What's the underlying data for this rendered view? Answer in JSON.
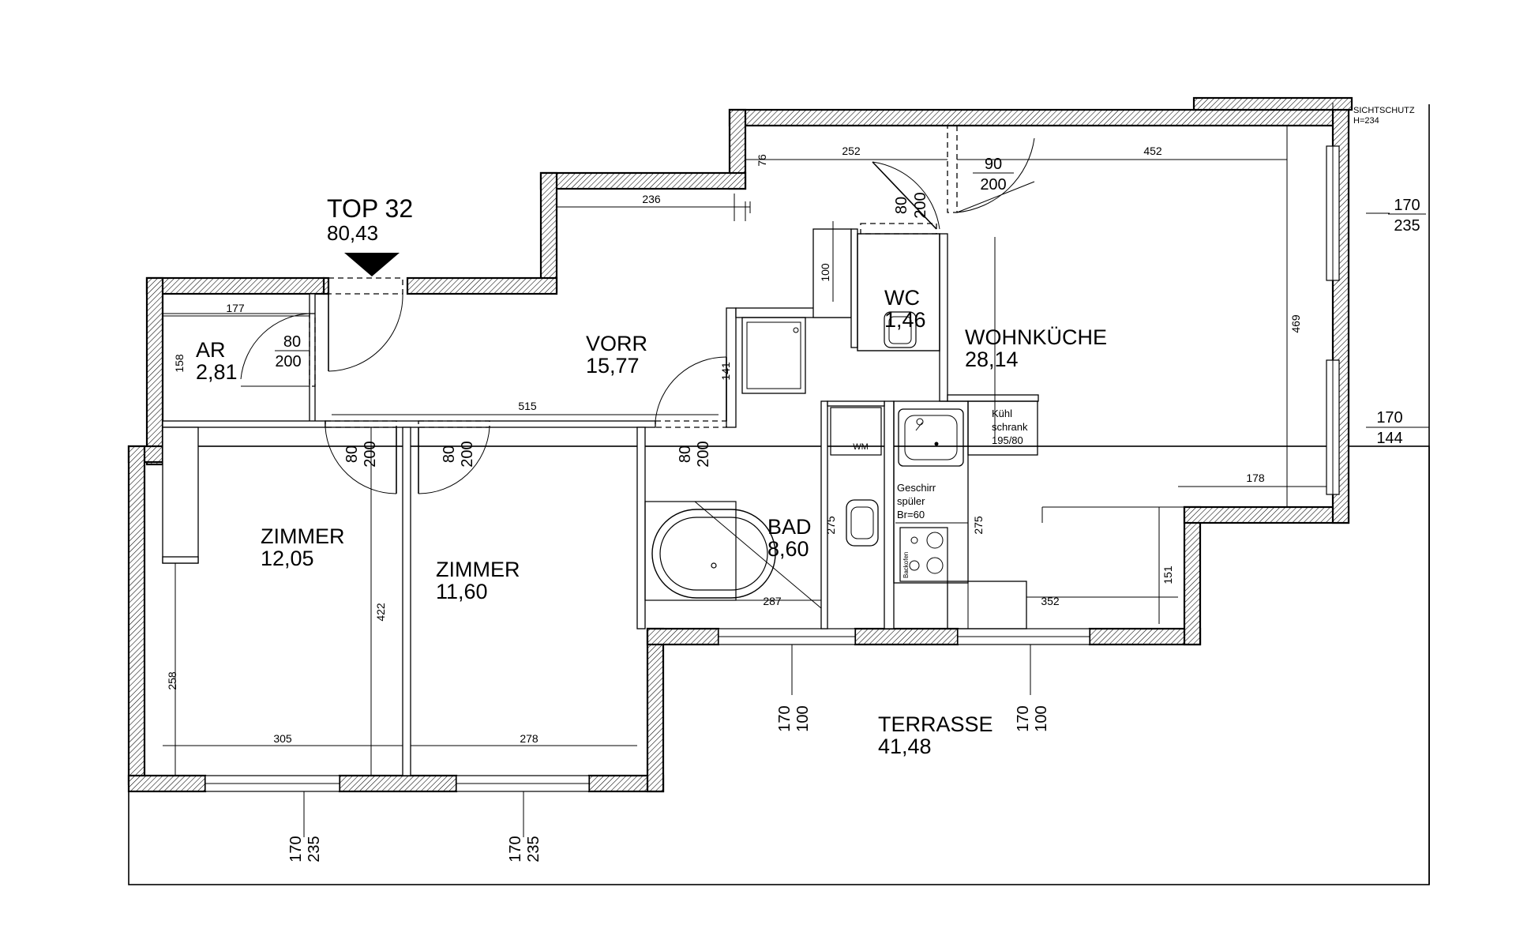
{
  "unit": {
    "name": "TOP 32",
    "area": "80,43"
  },
  "rooms": [
    {
      "id": "ar",
      "name": "AR",
      "area": "2,81"
    },
    {
      "id": "vorr",
      "name": "VORR",
      "area": "15,77"
    },
    {
      "id": "wc",
      "name": "WC",
      "area": "1,46"
    },
    {
      "id": "wohnkueche",
      "name": "WOHNKÜCHE",
      "area": "28,14"
    },
    {
      "id": "zimmer1",
      "name": "ZIMMER",
      "area": "12,05"
    },
    {
      "id": "zimmer2",
      "name": "ZIMMER",
      "area": "11,60"
    },
    {
      "id": "bad",
      "name": "BAD",
      "area": "8,60"
    },
    {
      "id": "terrasse",
      "name": "TERRASSE",
      "area": "41,48"
    }
  ],
  "dimensions": {
    "d236": "236",
    "d76": "76",
    "d252": "252",
    "d452": "452",
    "d177": "177",
    "d158": "158",
    "d100": "100",
    "d469": "469",
    "d515": "515",
    "d141": "141",
    "d275a": "275",
    "d275b": "275",
    "d178": "178",
    "d422": "422",
    "d258": "258",
    "d287": "287",
    "d151": "151",
    "d352": "352",
    "d305": "305",
    "d278": "278"
  },
  "openings": {
    "entry_top": {
      "w": "90",
      "h": "200"
    },
    "wc_door": {
      "w": "80",
      "h": "200"
    },
    "ar_door": {
      "w": "80",
      "h": "200"
    },
    "zimmer1_door": {
      "w": "80",
      "h": "200"
    },
    "zimmer2_door": {
      "w": "80",
      "h": "200"
    },
    "bad_door": {
      "w": "80",
      "h": "200"
    },
    "win_right_top": {
      "w": "170",
      "h": "235"
    },
    "win_right_mid": {
      "w": "170",
      "h": "144"
    },
    "win_bad": {
      "w": "170",
      "h": "100"
    },
    "win_wohn": {
      "w": "170",
      "h": "100"
    },
    "win_z1": {
      "w": "170",
      "h": "235"
    },
    "win_z2": {
      "w": "170",
      "h": "235"
    }
  },
  "annotations": {
    "sichtschutz": "SICHTSCHUTZ",
    "sichtschutz_h": "H=234",
    "wm": "WM",
    "kuehl_1": "Kühl",
    "kuehl_2": "schrank",
    "kuehl_3": "195/80",
    "geschirr_1": "Geschirr",
    "geschirr_2": "spüler",
    "geschirr_3": "Br=60",
    "backofen": "Backofen"
  }
}
